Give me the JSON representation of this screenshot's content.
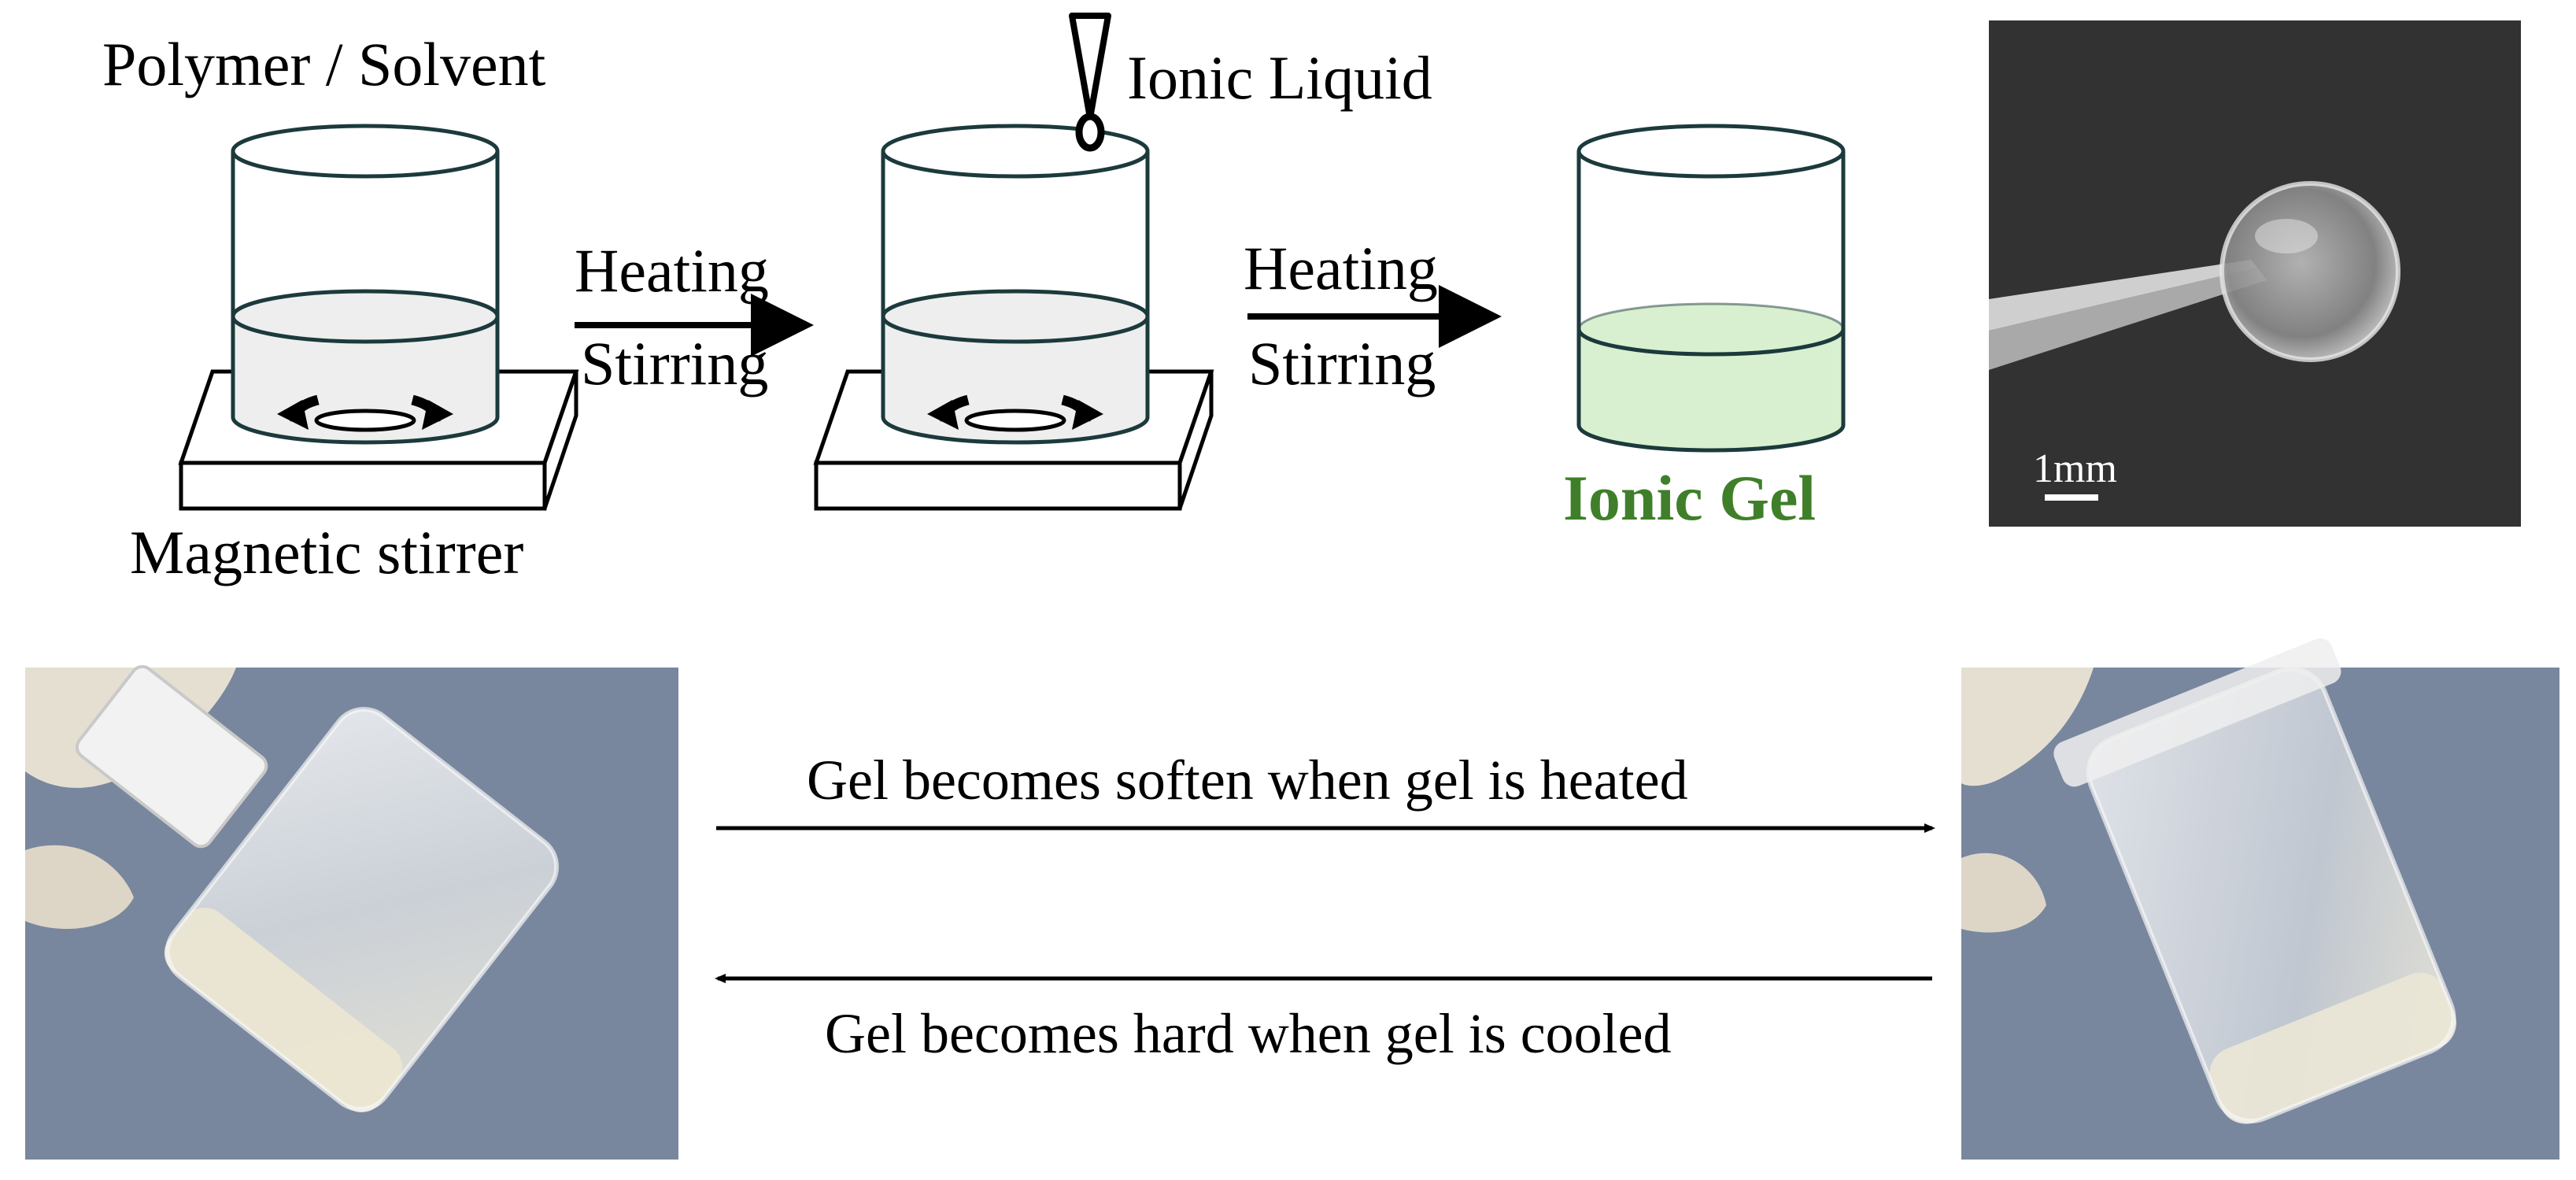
{
  "step1": {
    "top_label": "Polymer / Solvent",
    "bottom_label": "Magnetic stirrer",
    "arrow_label_1": "Heating",
    "arrow_label_2": "Stirring"
  },
  "step2": {
    "additive_label": "Ionic Liquid",
    "arrow_label_1": "Heating",
    "arrow_label_2": "Stirring"
  },
  "step3": {
    "product_label": "Ionic Gel"
  },
  "photo_gel_bead": {
    "scale_label": "1mm"
  },
  "reversibility": {
    "heated_caption": "Gel becomes soften when gel is heated",
    "cooled_caption": "Gel becomes hard when gel is cooled"
  },
  "colors": {
    "beaker_line": "#1c3a3c",
    "solution_fill": "#eeeeee",
    "gel_fill": "#d8f0cf",
    "product_text": "#3f7f2a",
    "photo_background": "#2e2e2e",
    "cloth": "#7f8ea6"
  },
  "icons": [
    "beaker-icon",
    "magnetic-stirrer-icon",
    "stir-bar-icon",
    "rotation-arrow-icon",
    "dropper-icon",
    "process-arrow-icon"
  ]
}
